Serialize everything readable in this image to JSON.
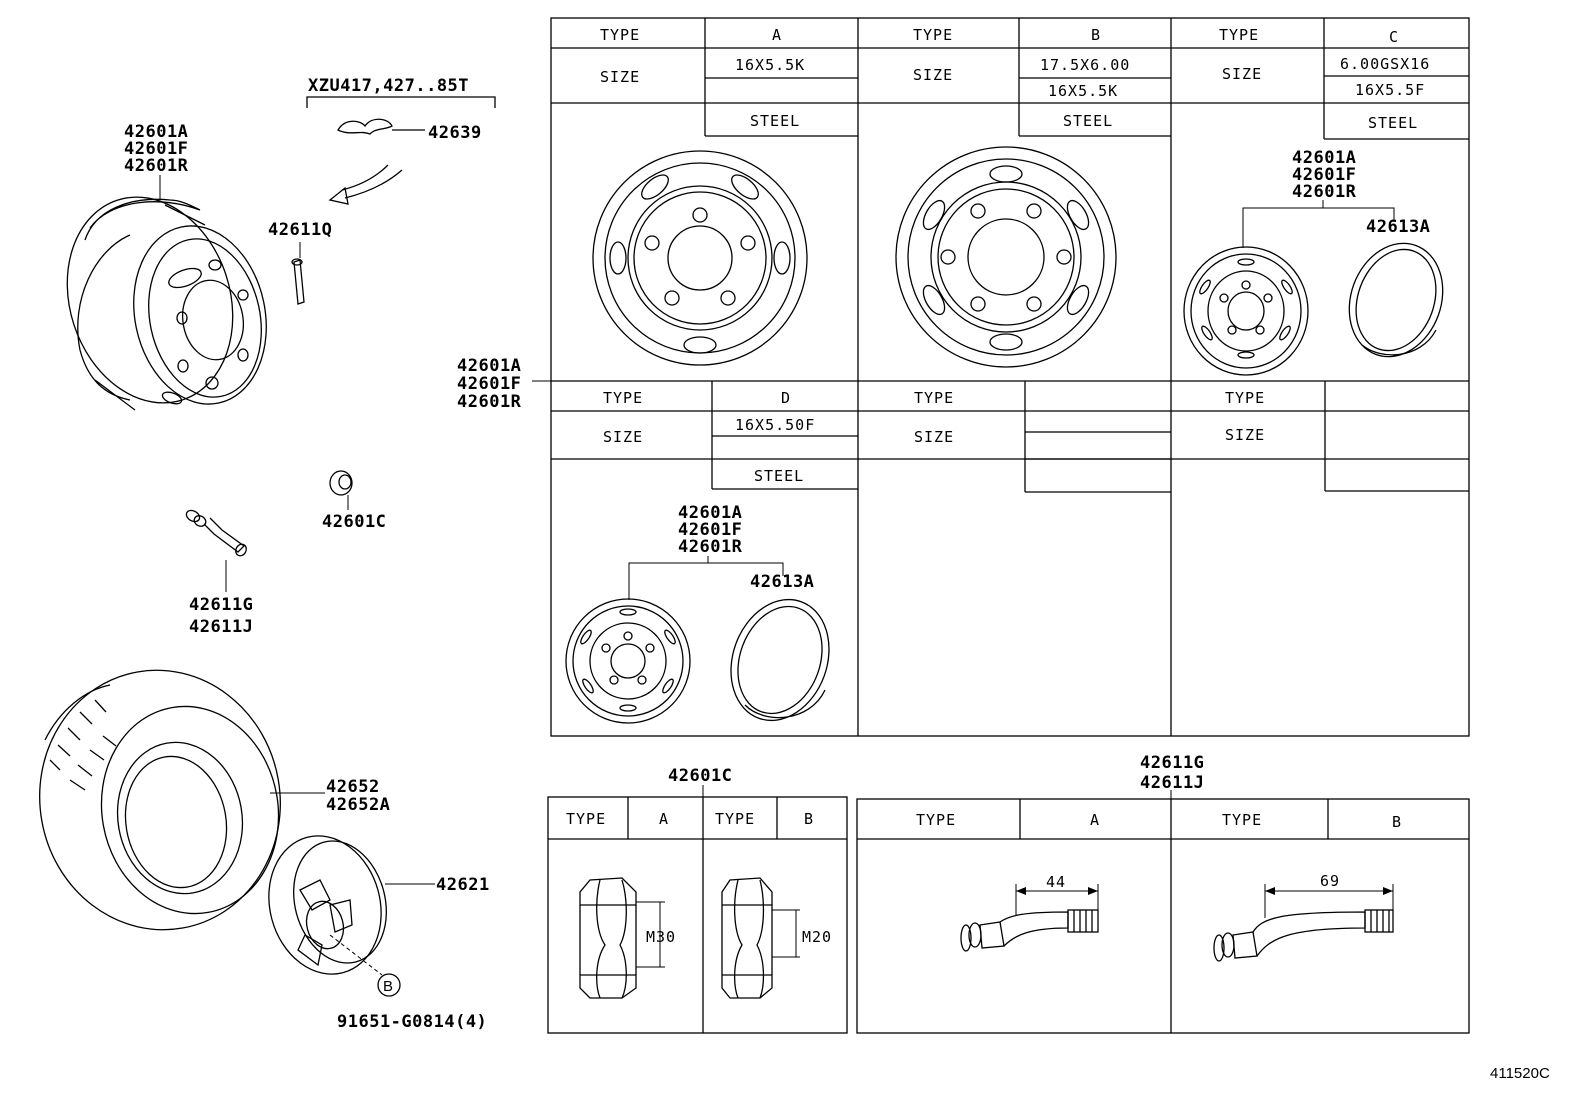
{
  "diagram_id": "411520C",
  "callouts": {
    "disc_wheel_main": [
      "42601A",
      "42601F",
      "42601R"
    ],
    "note_models": "XZU417,427..85T",
    "clip": "42639",
    "valve_clip": "42611Q",
    "hub_nut": "42601C",
    "valve_stem": [
      "42611G",
      "42611J"
    ],
    "tire": [
      "42652",
      "42652A"
    ],
    "hub_cap": "42621",
    "circle_ref": "B",
    "bolt": "91651-G0814(4)",
    "wheel_group": [
      "42601A",
      "42601F",
      "42601R"
    ],
    "rim_ring": "42613A",
    "nut_table_title": "42601C",
    "valve_table_title": [
      "42611G",
      "42611J"
    ]
  },
  "wheel_table": {
    "type_label": "TYPE",
    "size_label": "SIZE",
    "cells": [
      {
        "type": "A",
        "sizes": [
          "16X5.5K",
          ""
        ],
        "material": "STEEL"
      },
      {
        "type": "B",
        "sizes": [
          "17.5X6.00",
          "16X5.5K"
        ],
        "material": "STEEL"
      },
      {
        "type": "C",
        "sizes": [
          "6.00GSX16",
          "16X5.5F"
        ],
        "material": "STEEL"
      },
      {
        "type": "D",
        "sizes": [
          "16X5.50F"
        ],
        "material": "STEEL"
      },
      {
        "type": "",
        "sizes": [
          "",
          ""
        ],
        "material": ""
      },
      {
        "type": "",
        "sizes": [
          ""
        ],
        "material": ""
      }
    ]
  },
  "nut_table": {
    "type_label": "TYPE",
    "cols": [
      {
        "type": "A",
        "dim": "M30"
      },
      {
        "type": "B",
        "dim": "M20"
      }
    ]
  },
  "valve_table": {
    "type_label": "TYPE",
    "cols": [
      {
        "type": "A",
        "dim": "44"
      },
      {
        "type": "B",
        "dim": "69"
      }
    ]
  }
}
